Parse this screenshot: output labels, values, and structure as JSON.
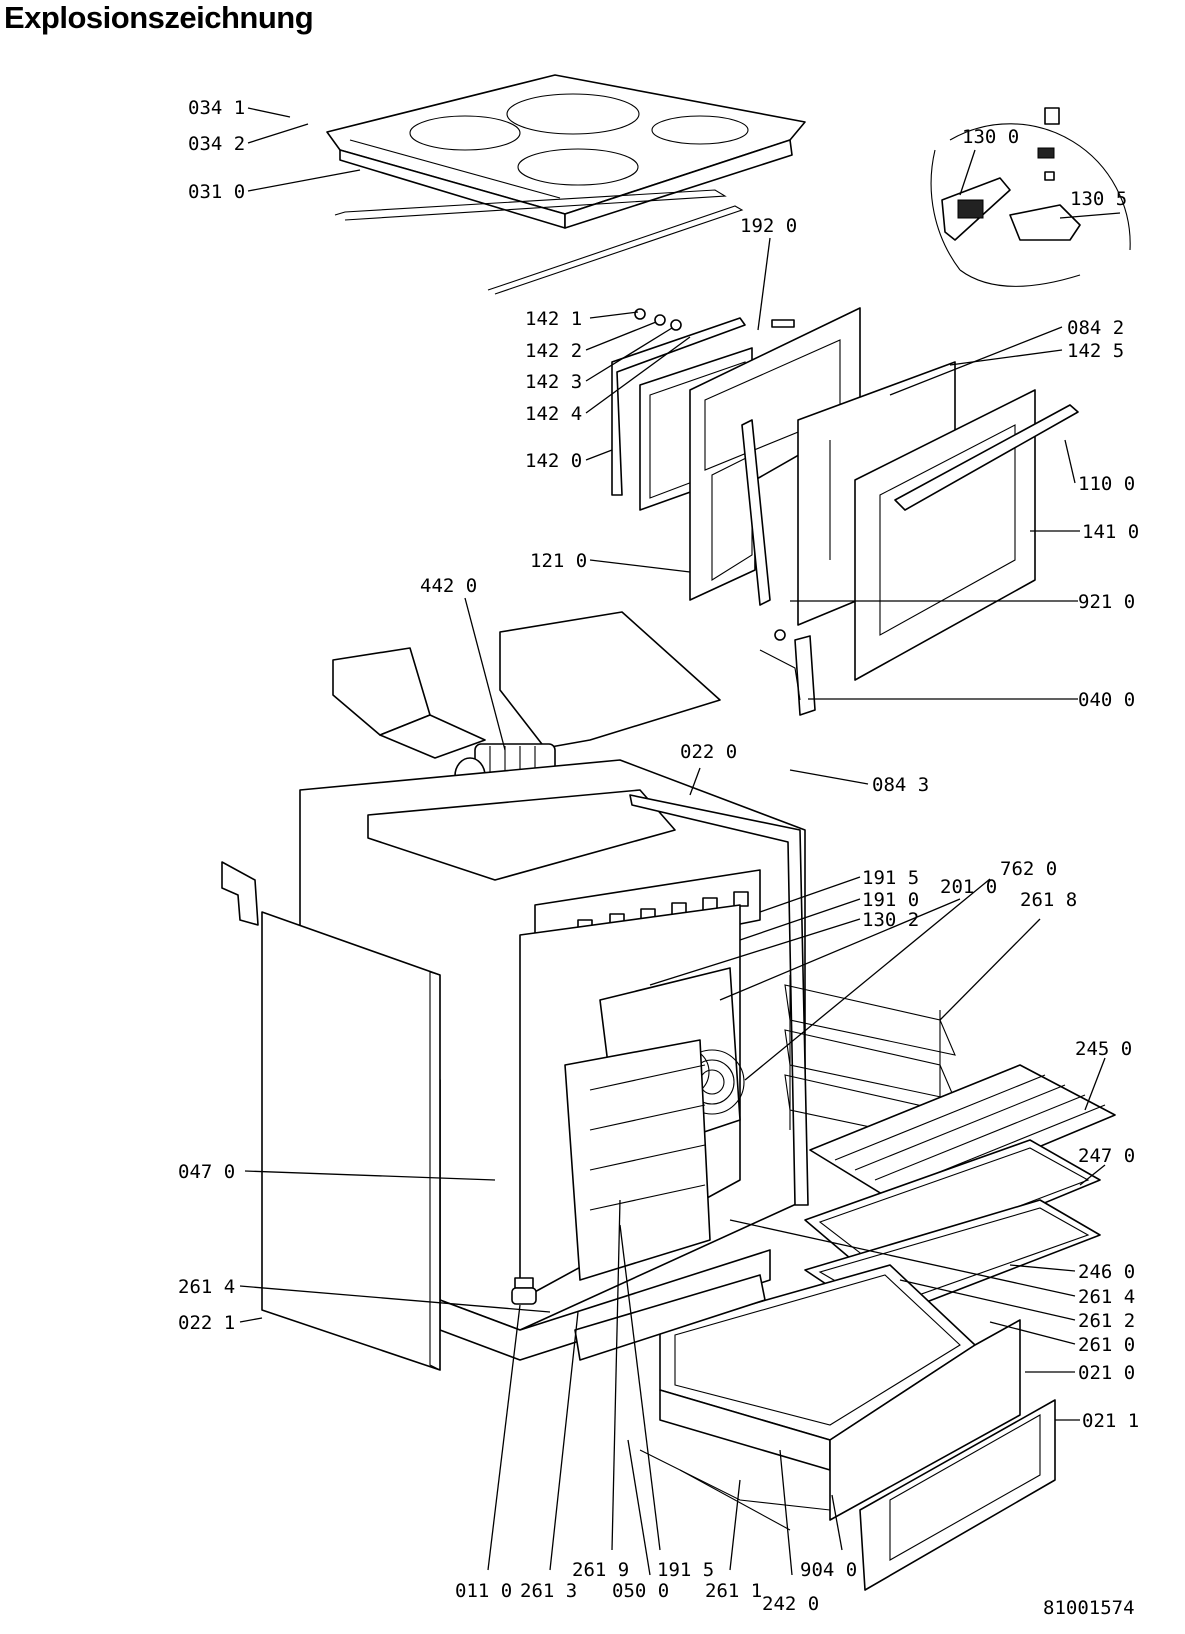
{
  "title": "Explosionszeichnung",
  "drawing_number": "81001574",
  "part_labels": {
    "p0341": "034  1",
    "p0342": "034  2",
    "p0310": "031  0",
    "p1300": "130  0",
    "p1305": "130  5",
    "p1920": "192  0",
    "p1421": "142  1",
    "p1422": "142  2",
    "p1423": "142  3",
    "p1424": "142  4",
    "p1420": "142  0",
    "p0842": "084  2",
    "p1425": "142  5",
    "p1100": "110  0",
    "p1410": "141  0",
    "p1210": "121  0",
    "p4420": "442  0",
    "p9210": "921  0",
    "p0400": "040  0",
    "p0220": "022  0",
    "p0843": "084  3",
    "p1915a": "191  5",
    "p1910": "191  0",
    "p1302": "130  2",
    "p2010": "201 0",
    "p7620": "762 0",
    "p2618": "261  8",
    "p2450": "245  0",
    "p0470": "047  0",
    "p2470": "247  0",
    "p2460": "246  0",
    "p2614a": "261  4",
    "p2614b": "261  4",
    "p2612": "261  2",
    "p2610": "261  0",
    "p0221": "022  1",
    "p0210": "021  0",
    "p0211": "021  1",
    "p0110": "011  0",
    "p2613": "261  3",
    "p2619": "261  9",
    "p0500": "050 0",
    "p1915b": "191  5",
    "p2611": "261 1",
    "p2420": "242 0",
    "p9040": "904  0"
  }
}
